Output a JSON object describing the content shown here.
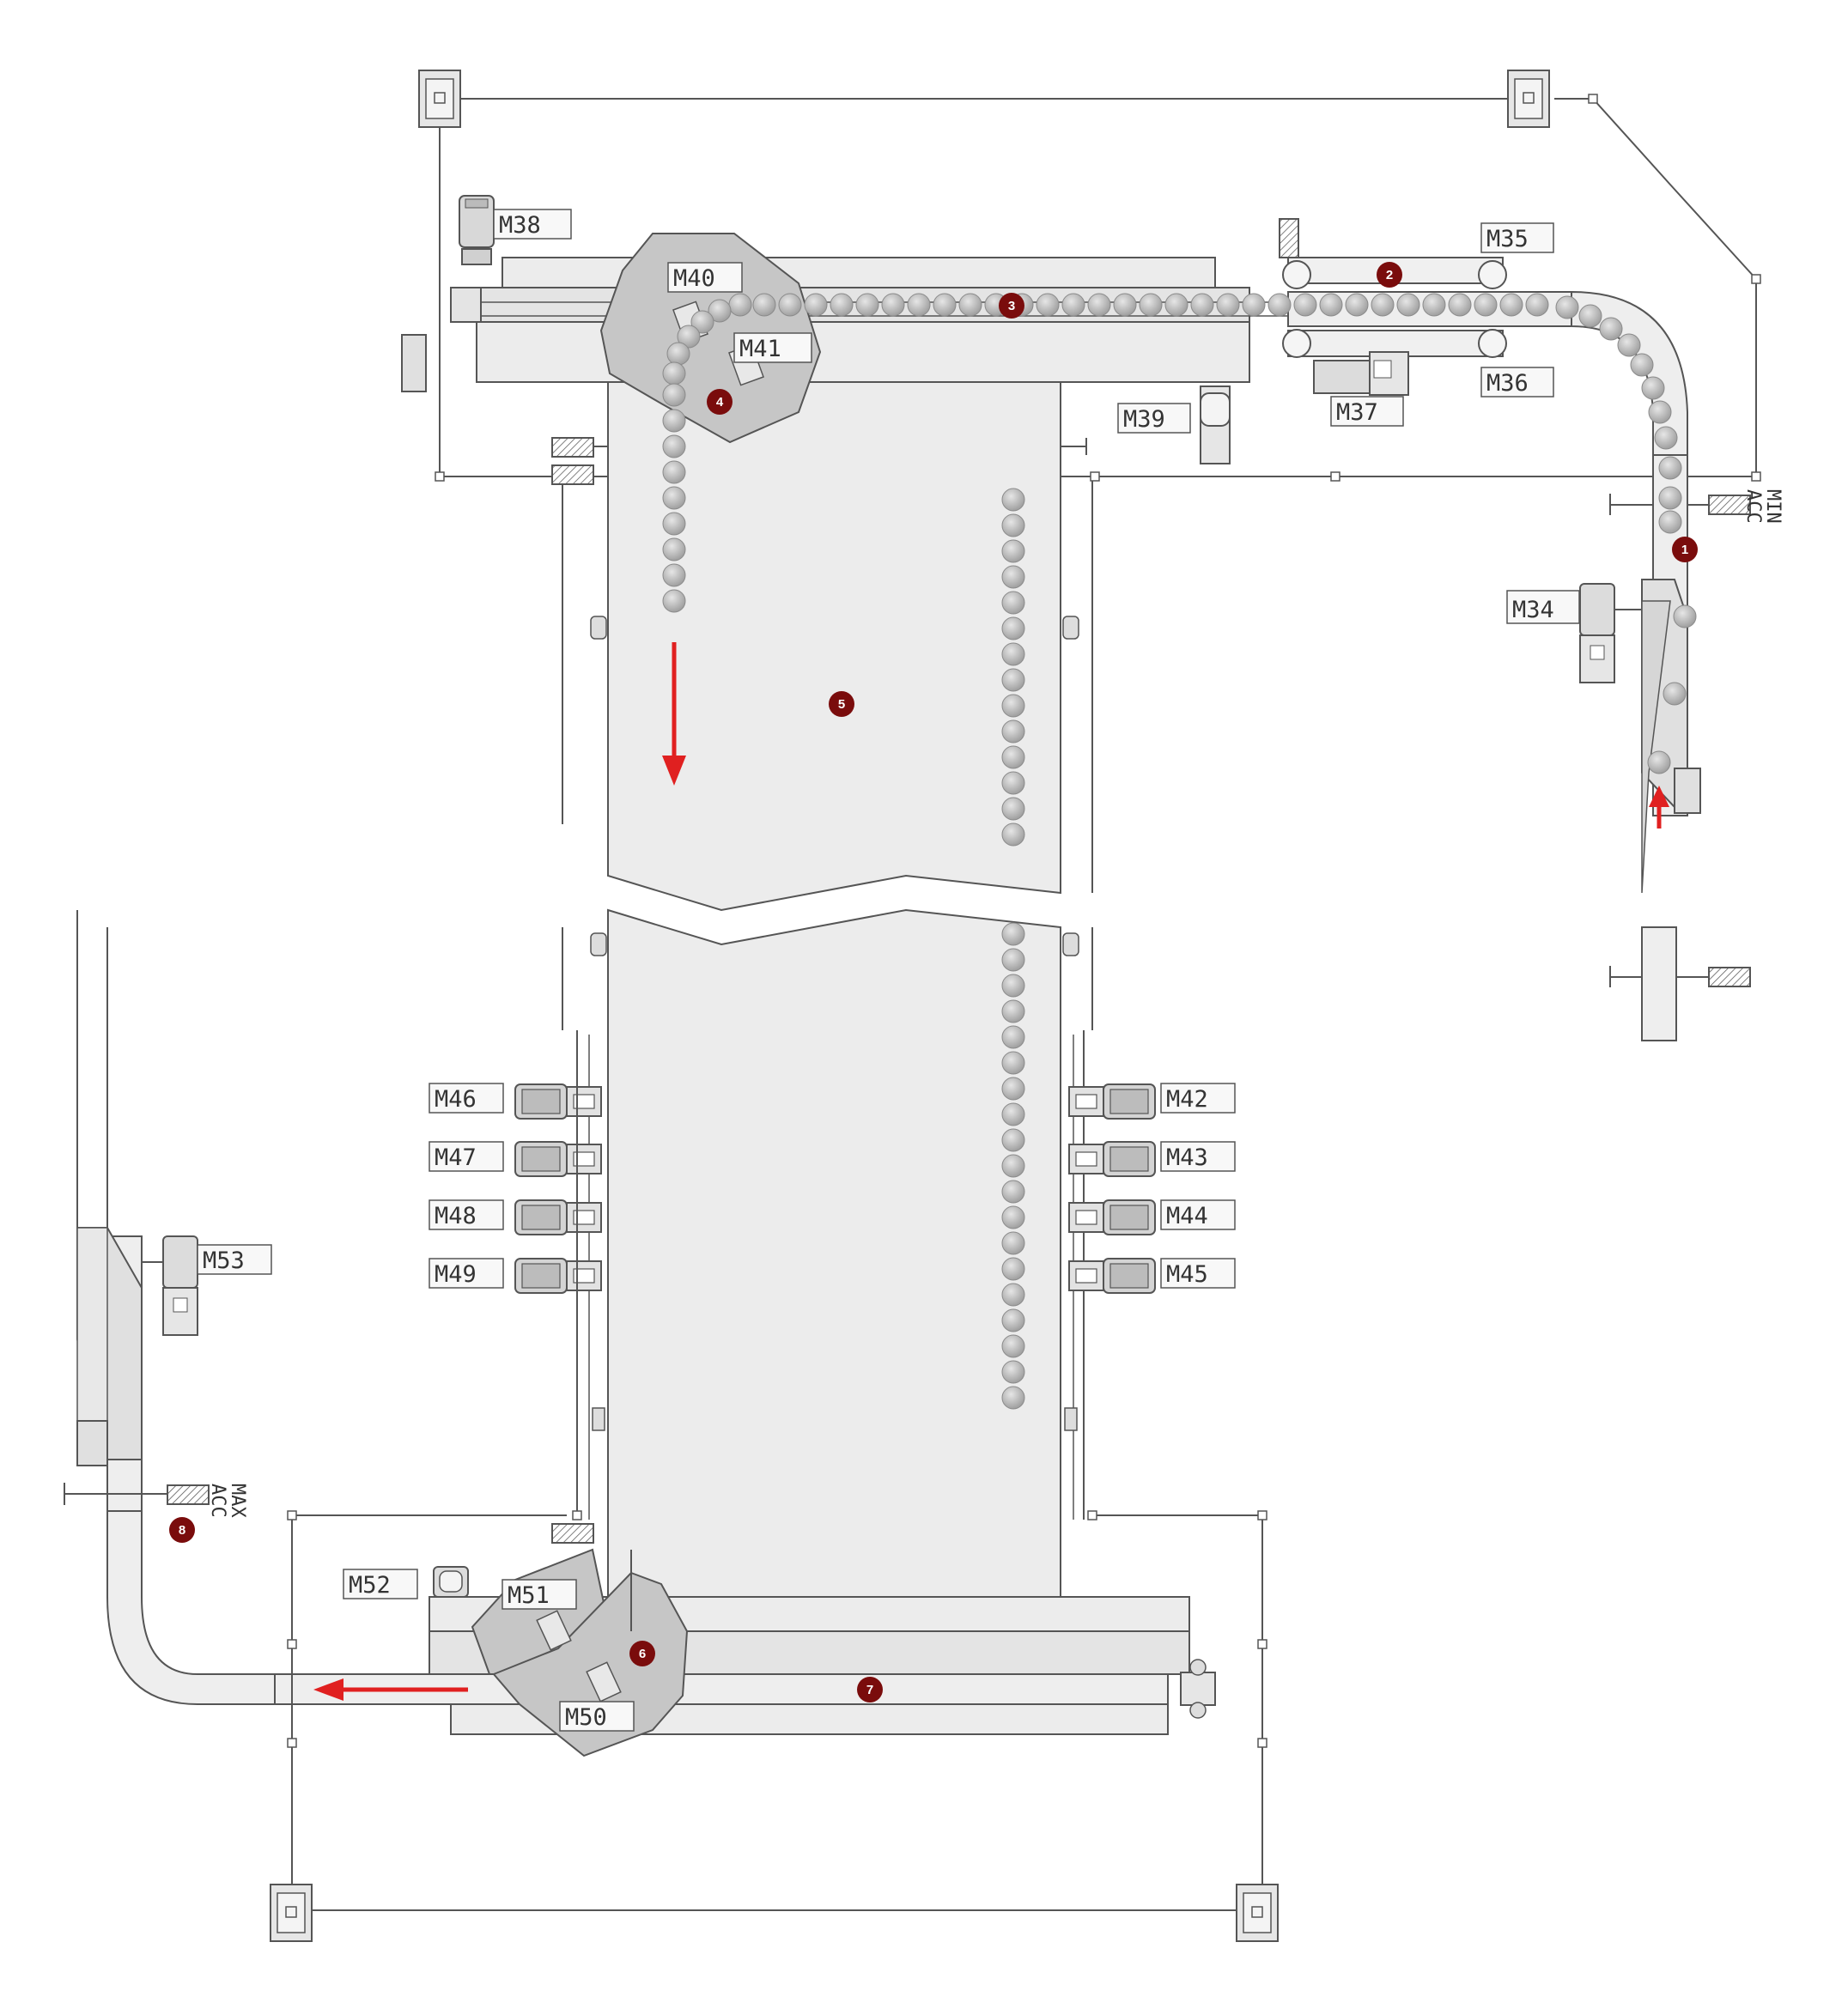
{
  "colors": {
    "line": "#555555",
    "fill_light": "#ececec",
    "fill_mid": "#d9d9d9",
    "fill_dark": "#bdbdbd",
    "bottle": "#a8a8a8",
    "marker": "#7a0c0c",
    "arrow": "#e02020"
  },
  "motors": [
    "M34",
    "M35",
    "M36",
    "M37",
    "M38",
    "M39",
    "M40",
    "M41",
    "M42",
    "M43",
    "M44",
    "M45",
    "M46",
    "M47",
    "M48",
    "M49",
    "M50",
    "M51",
    "M52",
    "M53"
  ],
  "markers": [
    "1",
    "2",
    "3",
    "4",
    "5",
    "6",
    "7",
    "8"
  ],
  "sensors": {
    "min_acc": {
      "line1": "MIN",
      "line2": "ACC"
    },
    "max_acc": {
      "line1": "MAX",
      "line2": "ACC"
    }
  },
  "arrows": [
    {
      "name": "infeed-flow-arrow",
      "direction": "up"
    },
    {
      "name": "table-flow-arrow",
      "direction": "down"
    },
    {
      "name": "outfeed-flow-arrow",
      "direction": "left"
    }
  ]
}
